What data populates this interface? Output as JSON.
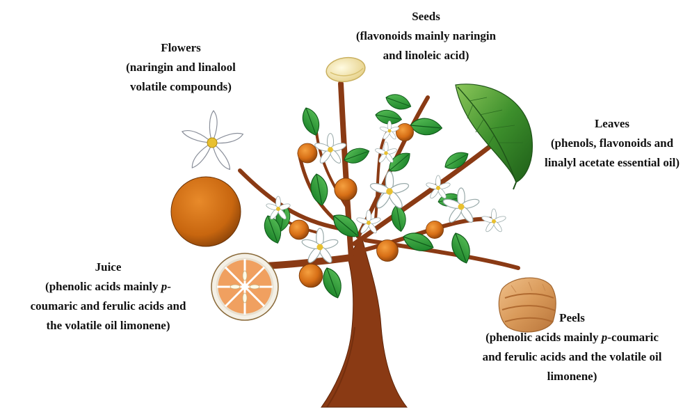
{
  "labels": {
    "seeds": {
      "title": "Seeds",
      "lines": [
        "(flavonoids mainly naringin",
        "and linoleic acid)"
      ]
    },
    "flowers": {
      "title": "Flowers",
      "lines": [
        "(naringin and linalool",
        "volatile compounds)"
      ]
    },
    "leaves": {
      "title": "Leaves",
      "lines": [
        "(phenols, flavonoids and",
        "linalyl acetate essential oil)"
      ]
    },
    "juice": {
      "title": "Juice",
      "line1_pre": "(phenolic acids mainly ",
      "line1_italic": "p",
      "line1_post": "-",
      "line2": "coumaric and ferulic acids and",
      "line3": "the volatile oil limonene)"
    },
    "peels": {
      "title": "Peels",
      "line1_pre": "(phenolic acids mainly ",
      "line1_italic": "p",
      "line1_post": "-coumaric",
      "line2": "and ferulic acids and the volatile oil",
      "line3": "limonene)"
    }
  },
  "colors": {
    "trunk": "#8a3a14",
    "trunk_dark": "#5e2408",
    "leaf": "#2f9a3a",
    "leaf_dark": "#14621f",
    "fruit": "#d9731c",
    "fruit_dark": "#9a4a0c",
    "flower": "#ffffff",
    "seed": "#f3e6b0"
  }
}
